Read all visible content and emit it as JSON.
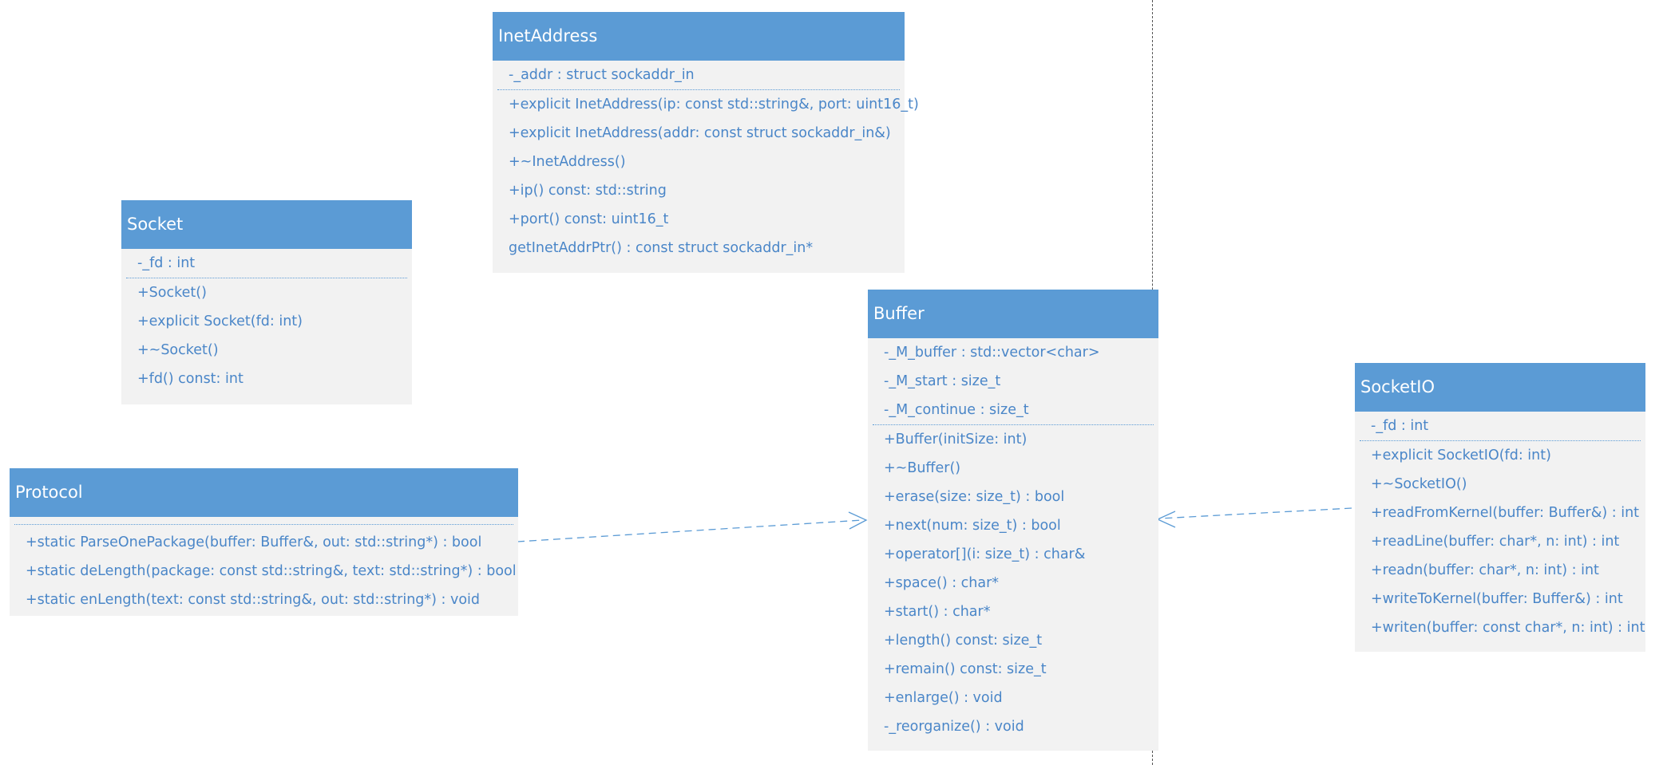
{
  "classes": {
    "inet": {
      "name": "InetAddress",
      "attributes": [
        "-_addr : struct sockaddr_in"
      ],
      "methods": [
        "+explicit InetAddress(ip: const std::string&, port: uint16_t)",
        "+explicit InetAddress(addr: const struct sockaddr_in&)",
        "+~InetAddress()",
        "+ip() const: std::string",
        "+port() const: uint16_t",
        "getInetAddrPtr() : const struct sockaddr_in*"
      ]
    },
    "socket": {
      "name": "Socket",
      "attributes": [
        "-_fd : int"
      ],
      "methods": [
        "+Socket()",
        "+explicit Socket(fd: int)",
        "+~Socket()",
        "+fd() const: int"
      ]
    },
    "protocol": {
      "name": "Protocol",
      "attributes": [],
      "methods": [
        "+static ParseOnePackage(buffer: Buffer&, out: std::string*) : bool",
        "+static deLength(package: const std::string&, text: std::string*) : bool",
        "+static enLength(text: const std::string&, out: std::string*) : void"
      ]
    },
    "buffer": {
      "name": "Buffer",
      "attributes": [
        "-_M_buffer : std::vector<char>",
        "-_M_start : size_t",
        "-_M_continue : size_t"
      ],
      "methods": [
        "+Buffer(initSize: int)",
        "+~Buffer()",
        "+erase(size: size_t) : bool",
        "+next(num: size_t) : bool",
        "+operator[](i: size_t) : char&",
        "+space() : char*",
        "+start() : char*",
        "+length() const: size_t",
        "+remain() const: size_t",
        "+enlarge() : void",
        "-_reorganize() : void"
      ]
    },
    "socketio": {
      "name": "SocketIO",
      "attributes": [
        "-_fd : int"
      ],
      "methods": [
        "+explicit SocketIO(fd: int)",
        "+~SocketIO()",
        "+readFromKernel(buffer: Buffer&) : int",
        "+readLine(buffer: char*, n: int) : int",
        "+readn(buffer: char*, n: int) : int",
        "+writeToKernel(buffer: Buffer&) : int",
        "+writen(buffer: const char*, n: int) : int"
      ]
    }
  },
  "relations": [
    {
      "from": "Protocol",
      "to": "Buffer",
      "type": "dependency"
    },
    {
      "from": "SocketIO",
      "to": "Buffer",
      "type": "dependency"
    }
  ],
  "colors": {
    "header": "#5b9bd5",
    "body": "#f2f2f2",
    "text": "#4a86c8",
    "edge": "#5b9bd5"
  }
}
